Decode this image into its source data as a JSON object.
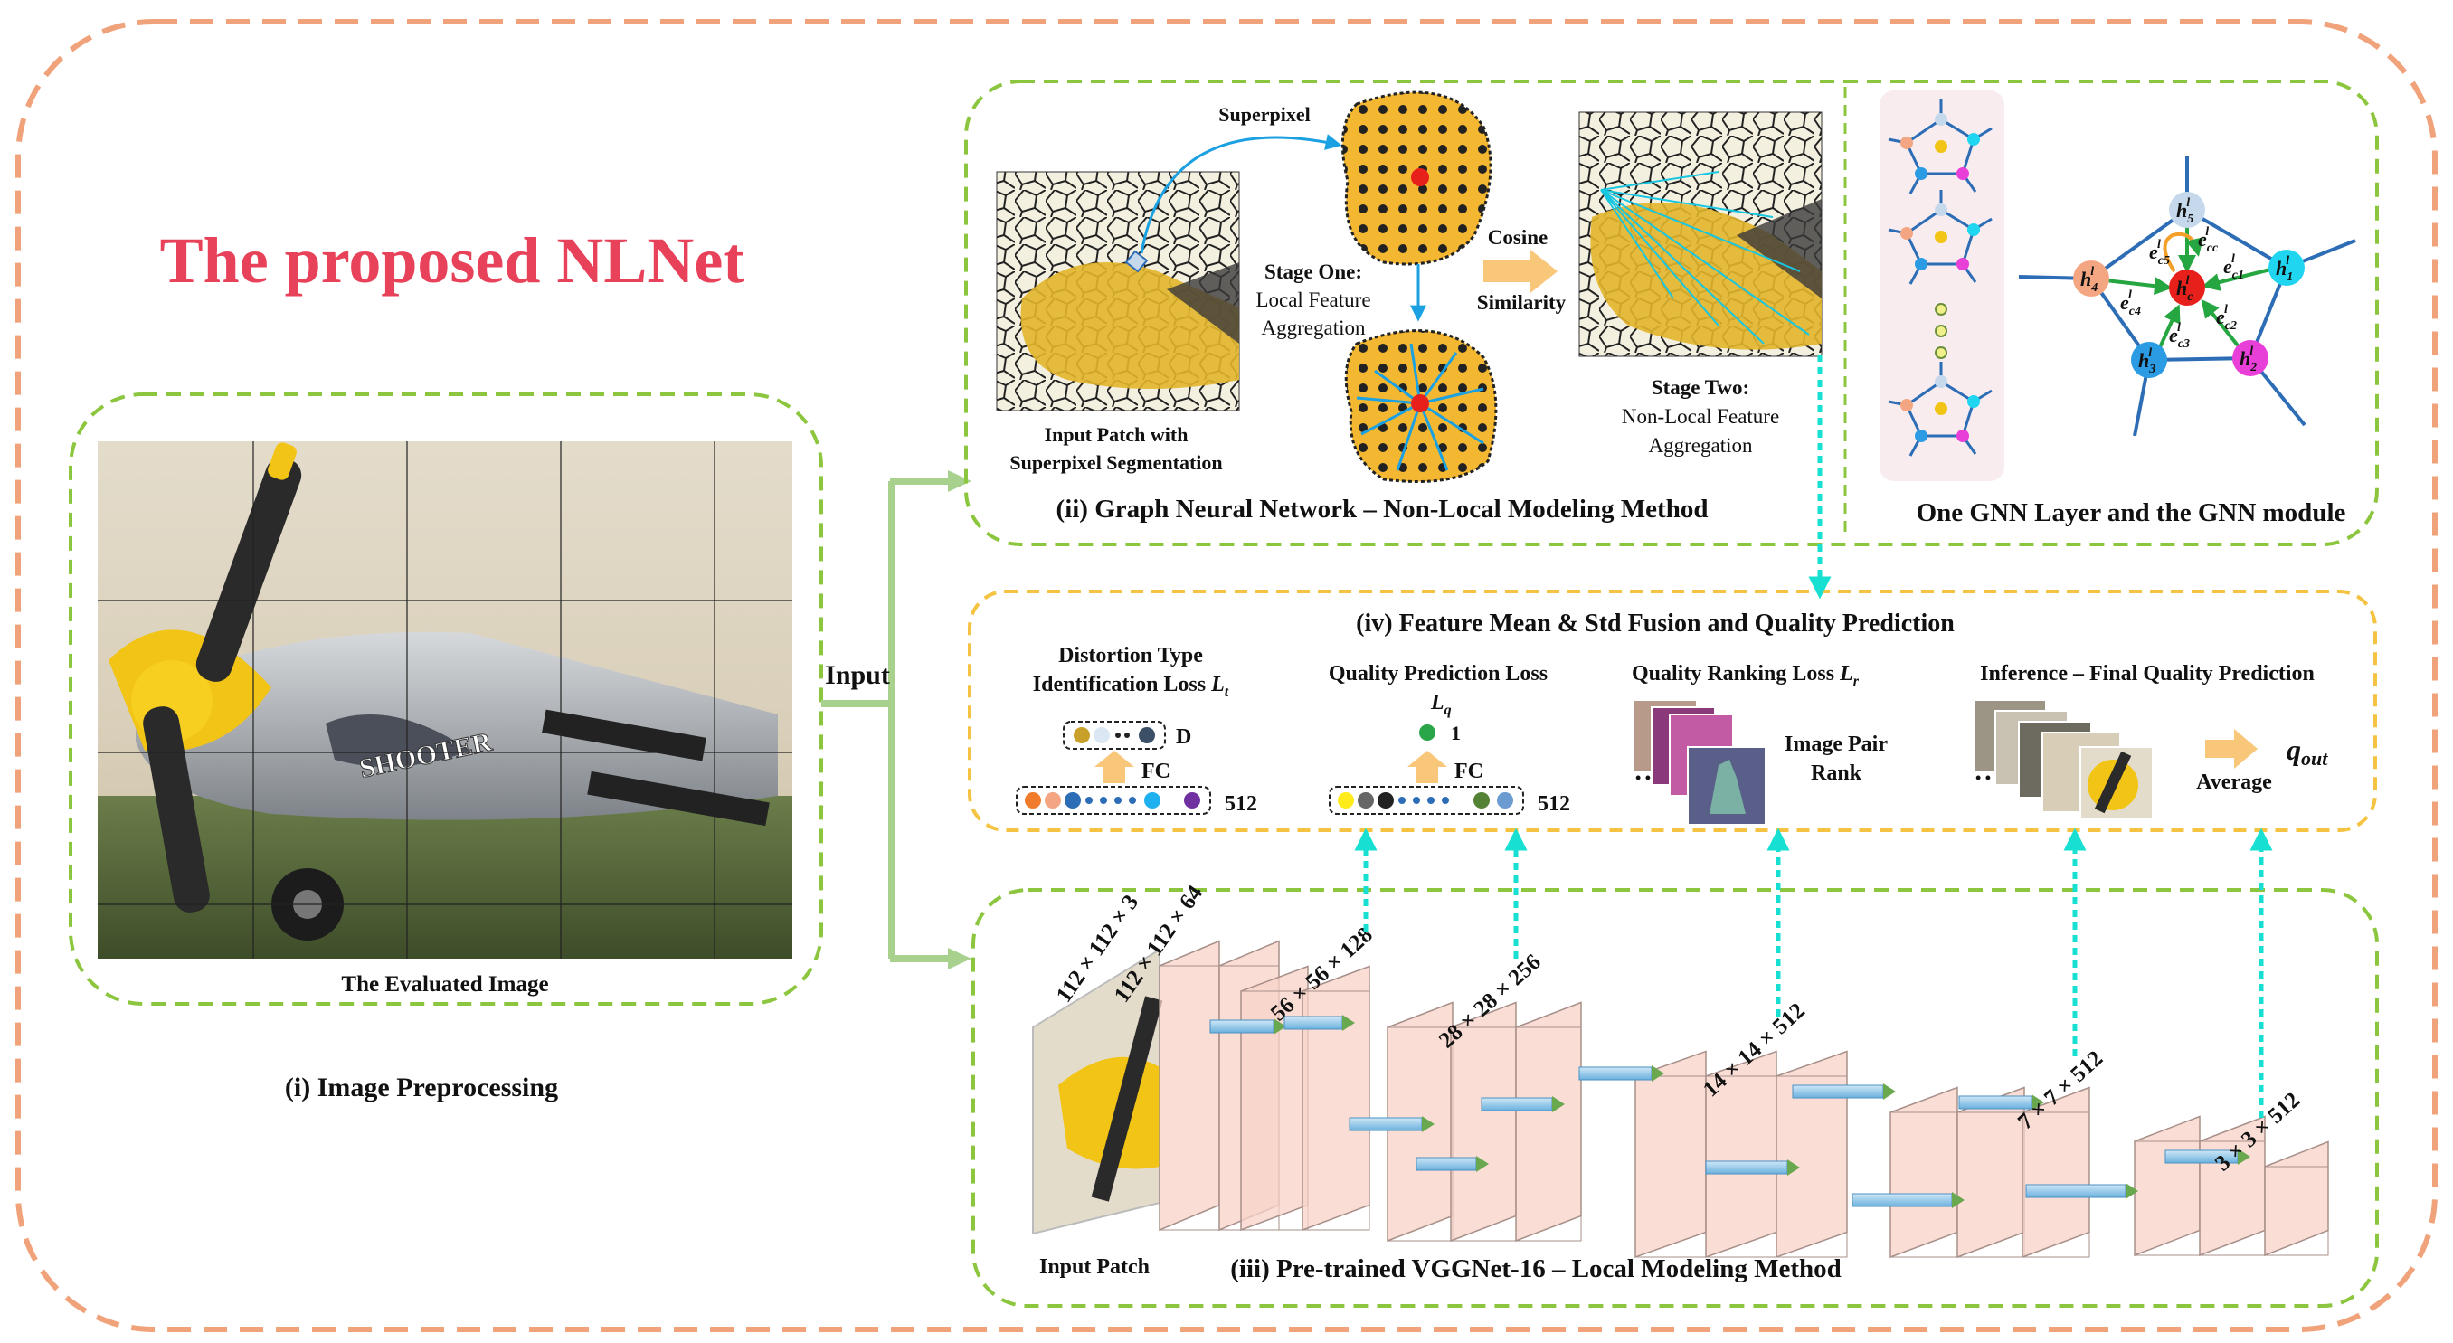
{
  "title": "The proposed NLNet",
  "colors": {
    "outer_border": "#f0a37a",
    "panel_border": "#8cc63f",
    "fusion_border": "#f5c342",
    "title": "#e8425a",
    "arrow_green": "#a9d18e",
    "cyan": "#17e0d2",
    "fc_arrow": "#f9c77a",
    "feature_map": "#f8d3c8",
    "blue_line": "#2d6db5"
  },
  "panel_i": {
    "caption": "The Evaluated Image",
    "label": "(i) Image Preprocessing",
    "input_label": "Input"
  },
  "panel_ii": {
    "label": "(ii) Graph Neural Network – Non-Local Modeling Method",
    "superpixel": "Superpixel",
    "input_patch_line1": "Input Patch with",
    "input_patch_line2": "Superpixel Segmentation",
    "stage_one_title": "Stage One:",
    "stage_one_line1": "Local Feature",
    "stage_one_line2": "Aggregation",
    "cosine": "Cosine",
    "similarity": "Similarity",
    "stage_two_title": "Stage Two:",
    "stage_two_line1": "Non-Local Feature",
    "stage_two_line2": "Aggregation"
  },
  "gnn_panel": {
    "label": "One GNN Layer and the GNN module",
    "nodes": [
      {
        "base": "h",
        "sub": "4",
        "sup": "l",
        "color": "#f4a582"
      },
      {
        "base": "h",
        "sub": "5",
        "sup": "l",
        "color": "#c6d9ec"
      },
      {
        "base": "h",
        "sub": "1",
        "sup": "l",
        "color": "#20d5f0"
      },
      {
        "base": "h",
        "sub": "2",
        "sup": "l",
        "color": "#e83fd9"
      },
      {
        "base": "h",
        "sub": "3",
        "sup": "l",
        "color": "#2b9be3"
      },
      {
        "base": "h",
        "sub": "c",
        "sup": "l",
        "color": "#e8201b"
      }
    ],
    "edges": [
      {
        "base": "e",
        "sub": "c5",
        "sup": "l"
      },
      {
        "base": "e",
        "sub": "cc",
        "sup": "l"
      },
      {
        "base": "e",
        "sub": "c1",
        "sup": "l"
      },
      {
        "base": "e",
        "sub": "c4",
        "sup": "l"
      },
      {
        "base": "e",
        "sub": "c2",
        "sup": "l"
      },
      {
        "base": "e",
        "sub": "c3",
        "sup": "l"
      }
    ]
  },
  "panel_iv": {
    "label": "(iv) Feature Mean & Std Fusion and Quality Prediction",
    "distortion_line1": "Distortion Type",
    "distortion_line2_text": "Identification Loss ",
    "distortion_symbol": "L",
    "distortion_sub": "t",
    "d_label": "D",
    "fc": "FC",
    "dim_512": "512",
    "quality_loss_text": "Quality Prediction Loss",
    "quality_symbol": "L",
    "quality_sub": "q",
    "one_label": "1",
    "ranking_text": "Quality Ranking Loss ",
    "ranking_symbol": "L",
    "ranking_sub": "r",
    "image_pair": "Image Pair",
    "rank": "Rank",
    "inference": "Inference – Final Quality Prediction",
    "average": "Average",
    "q_symbol": "q",
    "q_sub": "out",
    "ellipsis": "• •"
  },
  "panel_iii": {
    "label": "(iii) Pre-trained VGGNet-16 – Local Modeling Method",
    "input_patch": "Input Patch",
    "dims": [
      "112 × 112 × 3",
      "112 × 112 × 64",
      "56 × 56 × 128",
      "28 × 28 × 256",
      "14 × 14 × 512",
      "7 × 7 × 512",
      "3 × 3 × 512"
    ]
  }
}
